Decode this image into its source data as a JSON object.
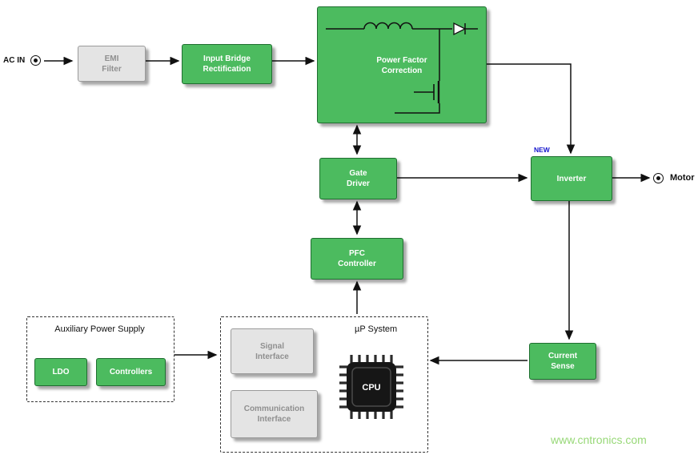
{
  "io": {
    "ac_in_label": "AC IN",
    "motor_label": "Motor"
  },
  "badge_new": "NEW",
  "blocks": {
    "emi_filter": {
      "l1": "EMI",
      "l2": "Filter"
    },
    "input_bridge": {
      "l1": "Input Bridge",
      "l2": "Rectification"
    },
    "pfc": {
      "l1": "Power Factor",
      "l2": "Correction"
    },
    "gate_driver": {
      "l1": "Gate",
      "l2": "Driver"
    },
    "inverter": {
      "l1": "Inverter"
    },
    "pfc_controller": {
      "l1": "PFC",
      "l2": "Controller"
    },
    "current_sense": {
      "l1": "Current",
      "l2": "Sense"
    },
    "ldo": {
      "l1": "LDO"
    },
    "controllers": {
      "l1": "Controllers"
    },
    "signal_interface": {
      "l1": "Signal",
      "l2": "Interface"
    },
    "communication_interface": {
      "l1": "Communication",
      "l2": "Interface"
    },
    "cpu": {
      "l1": "CPU"
    }
  },
  "groups": {
    "aux_power_supply": "Auxiliary Power Supply",
    "up_system": "µP System"
  },
  "watermark": "www.cntronics.com",
  "colors": {
    "block_green": "#4CBB5F",
    "block_gray": "#E4E4E4",
    "badge_blue": "#1414CC",
    "watermark_green": "#97D877",
    "line": "#111111"
  }
}
